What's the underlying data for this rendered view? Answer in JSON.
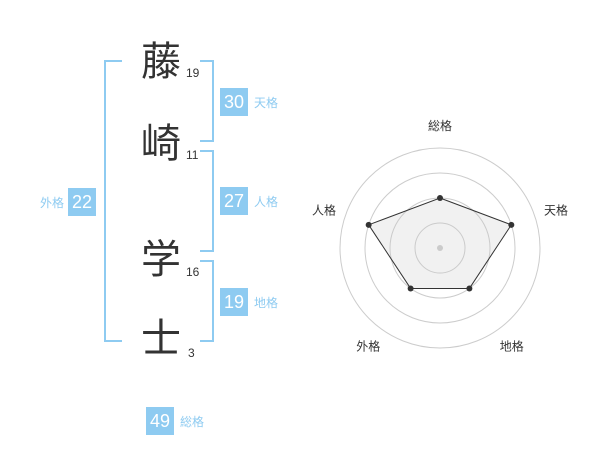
{
  "accent": "#8ecbf1",
  "name_chars": [
    {
      "char": "藤",
      "strokes": "19"
    },
    {
      "char": "崎",
      "strokes": "11"
    },
    {
      "char": "学",
      "strokes": "16"
    },
    {
      "char": "士",
      "strokes": "3"
    }
  ],
  "fortunes": {
    "tenkaku": {
      "value": "30",
      "label": "天格"
    },
    "jinkaku": {
      "value": "27",
      "label": "人格"
    },
    "chikaku": {
      "value": "19",
      "label": "地格"
    },
    "gaikaku": {
      "value": "22",
      "label": "外格"
    },
    "soukaku": {
      "value": "49",
      "label": "総格"
    }
  },
  "radar": {
    "axis_labels": [
      "総格",
      "天格",
      "地格",
      "外格",
      "人格"
    ],
    "values": [
      0.5,
      0.75,
      0.5,
      0.5,
      0.75
    ],
    "rings": 4
  }
}
